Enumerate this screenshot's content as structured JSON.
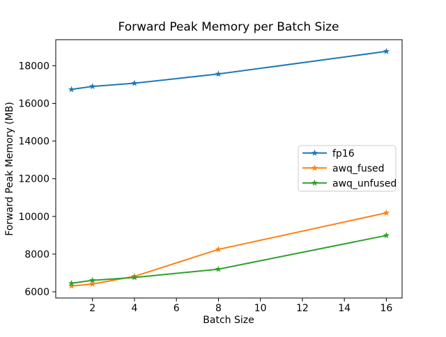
{
  "chart_data": {
    "type": "line",
    "title": "Forward Peak Memory per Batch Size",
    "xlabel": "Batch Size",
    "ylabel": "Forward Peak Memory (MB)",
    "x": [
      1,
      2,
      4,
      8,
      16
    ],
    "series": [
      {
        "name": "fp16",
        "color": "#1f77b4",
        "values": [
          16740,
          16900,
          17070,
          17560,
          18760
        ]
      },
      {
        "name": "awq_fused",
        "color": "#ff7f0e",
        "values": [
          6310,
          6410,
          6820,
          8250,
          10190
        ]
      },
      {
        "name": "awq_unfused",
        "color": "#2ca02c",
        "values": [
          6450,
          6610,
          6760,
          7200,
          8990
        ]
      }
    ],
    "marker": "star",
    "xticks": [
      2,
      4,
      6,
      8,
      10,
      12,
      14,
      16
    ],
    "yticks": [
      6000,
      8000,
      10000,
      12000,
      14000,
      16000,
      18000
    ],
    "xlim": [
      0.25,
      16.75
    ],
    "ylim": [
      5670,
      19380
    ],
    "grid": false,
    "legend": {
      "position": "center right",
      "labels": [
        "fp16",
        "awq_fused",
        "awq_unfused"
      ],
      "border_color": "#cccccc",
      "background": "#ffffff"
    },
    "background": "#ffffff",
    "spine_color": "#000000",
    "text_color": "#000000"
  }
}
